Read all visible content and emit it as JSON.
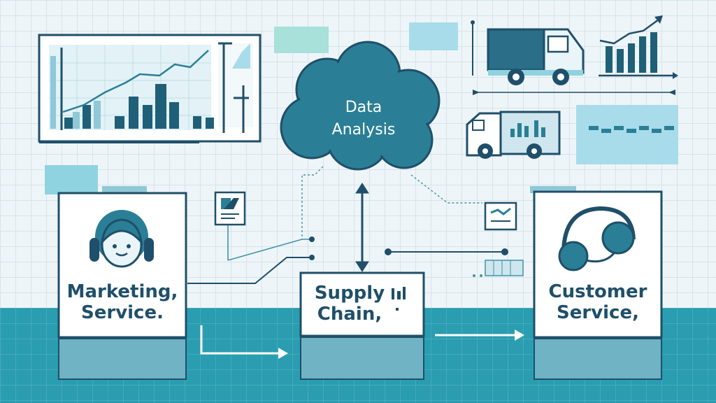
{
  "center": {
    "title_line1": "Data",
    "title_line2": "Analysis"
  },
  "nodes": {
    "marketing": {
      "line1": "Marketing,",
      "line2": "Service."
    },
    "supply": {
      "line1": "Supply",
      "line2": "Chain,"
    },
    "customer": {
      "line1": "Customer",
      "line2": "Service,"
    }
  },
  "colors": {
    "navy": "#1f4f6a",
    "teal": "#2a7f96",
    "light_teal": "#8fd3e0",
    "floor": "#2a9db0",
    "paper": "#e9f1f4"
  },
  "icons": [
    "cloud-icon",
    "delivery-truck-icon",
    "bar-chart-icon",
    "headset-icon",
    "avatar-icon"
  ]
}
